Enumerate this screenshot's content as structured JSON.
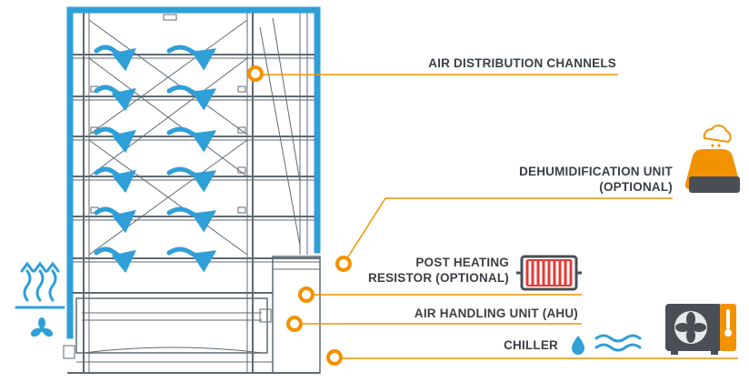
{
  "colors": {
    "orange": "#f39200",
    "blue": "#2f9fd8",
    "steel": "#5f6a72",
    "text": "#3a3f44"
  },
  "callouts": {
    "air_distribution": "AIR DISTRIBUTION CHANNELS",
    "dehumidification_line1": "DEHUMIDIFICATION UNIT",
    "dehumidification_line2": "(OPTIONAL)",
    "post_heating_line1": "POST HEATING",
    "post_heating_line2": "RESISTOR (OPTIONAL)",
    "ahu": "AIR HANDLING UNIT (AHU)",
    "chiller": "CHILLER"
  },
  "icons": {
    "dehumidifier": "dehumidifier-icon",
    "heater": "radiator-icon",
    "chiller": "chiller-unit-icon",
    "water": "water-drop-icon",
    "airflow": "airflow-waves-icon",
    "heat": "heat-waves-icon",
    "fan": "fan-icon"
  }
}
